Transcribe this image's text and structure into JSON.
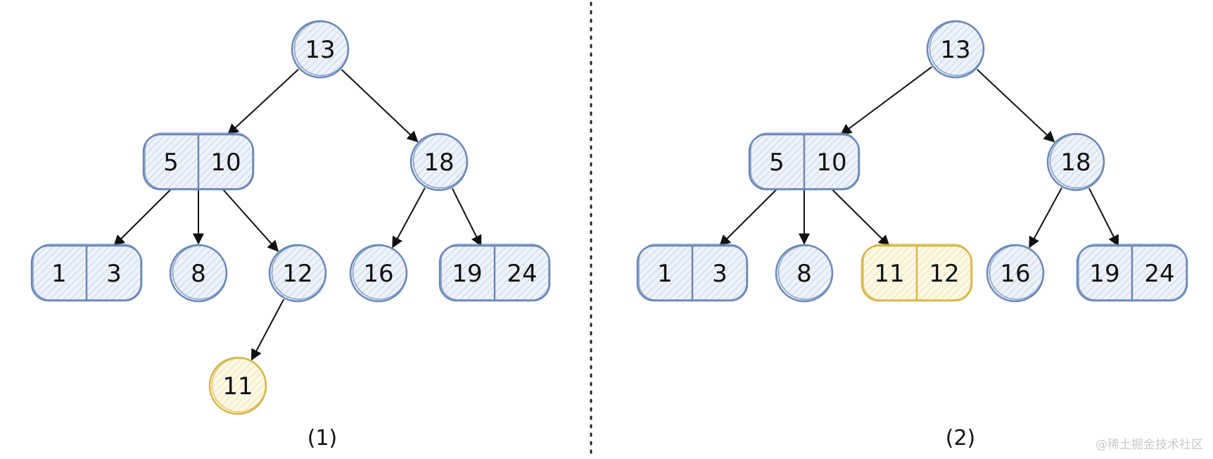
{
  "colors": {
    "normal": "#6a88b8",
    "normal_fill": "#e6edf7",
    "new": "#d8b548",
    "new_fill": "#fbf4dc",
    "edge": "#111111",
    "divider": "#222222"
  },
  "watermark": "@稀土掘金技术社区",
  "diagrams": [
    {
      "caption": "(1)",
      "nodes": [
        {
          "id": "a13",
          "keys": [
            "13"
          ],
          "style": "normal"
        },
        {
          "id": "a5_10",
          "keys": [
            "5",
            "10"
          ],
          "style": "normal"
        },
        {
          "id": "a18",
          "keys": [
            "18"
          ],
          "style": "normal"
        },
        {
          "id": "a1_3",
          "keys": [
            "1",
            "3"
          ],
          "style": "normal"
        },
        {
          "id": "a8",
          "keys": [
            "8"
          ],
          "style": "normal"
        },
        {
          "id": "a12",
          "keys": [
            "12"
          ],
          "style": "normal"
        },
        {
          "id": "a16",
          "keys": [
            "16"
          ],
          "style": "normal"
        },
        {
          "id": "a19_24",
          "keys": [
            "19",
            "24"
          ],
          "style": "normal"
        },
        {
          "id": "a11",
          "keys": [
            "11"
          ],
          "style": "new"
        }
      ],
      "edges": [
        [
          "a13",
          "a5_10"
        ],
        [
          "a13",
          "a18"
        ],
        [
          "a5_10",
          "a1_3"
        ],
        [
          "a5_10",
          "a8"
        ],
        [
          "a5_10",
          "a12"
        ],
        [
          "a18",
          "a16"
        ],
        [
          "a18",
          "a19_24"
        ],
        [
          "a12",
          "a11"
        ]
      ]
    },
    {
      "caption": "(2)",
      "nodes": [
        {
          "id": "b13",
          "keys": [
            "13"
          ],
          "style": "normal"
        },
        {
          "id": "b5_10",
          "keys": [
            "5",
            "10"
          ],
          "style": "normal"
        },
        {
          "id": "b18",
          "keys": [
            "18"
          ],
          "style": "normal"
        },
        {
          "id": "b1_3",
          "keys": [
            "1",
            "3"
          ],
          "style": "normal"
        },
        {
          "id": "b8",
          "keys": [
            "8"
          ],
          "style": "normal"
        },
        {
          "id": "b11_12",
          "keys": [
            "11",
            "12"
          ],
          "style": "new"
        },
        {
          "id": "b16",
          "keys": [
            "16"
          ],
          "style": "normal"
        },
        {
          "id": "b19_24",
          "keys": [
            "19",
            "24"
          ],
          "style": "normal"
        }
      ],
      "edges": [
        [
          "b13",
          "b5_10"
        ],
        [
          "b13",
          "b18"
        ],
        [
          "b5_10",
          "b1_3"
        ],
        [
          "b5_10",
          "b8"
        ],
        [
          "b5_10",
          "b11_12"
        ],
        [
          "b18",
          "b16"
        ],
        [
          "b18",
          "b19_24"
        ]
      ]
    }
  ]
}
